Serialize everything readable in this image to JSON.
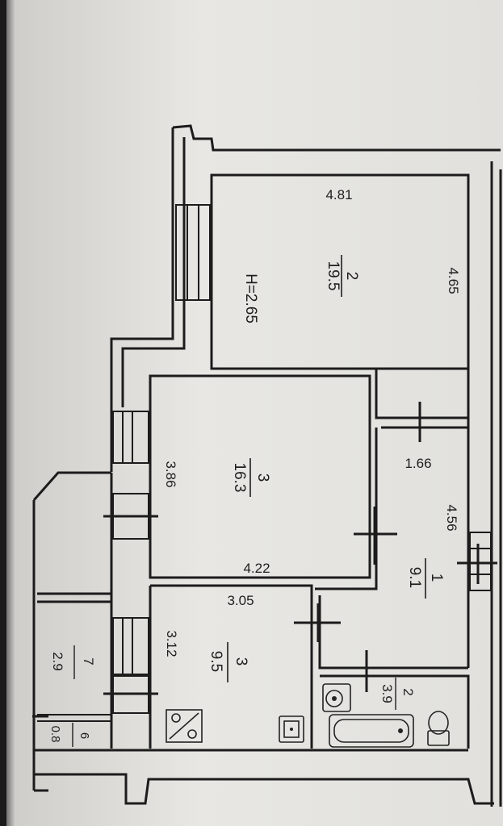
{
  "rooms": [
    {
      "id": "room-2",
      "number": "2",
      "area": "19.5",
      "width": "4.81",
      "length": "4.65",
      "height": "H=2.65"
    },
    {
      "id": "room-3-living",
      "number": "3",
      "area": "16.3",
      "length": "3.86",
      "width": "4.22"
    },
    {
      "id": "room-3-kitchen",
      "number": "3",
      "area": "9.5",
      "width": "3.05",
      "length": "3.12"
    },
    {
      "id": "room-1-hall",
      "number": "1",
      "area": "9.1",
      "width": "1.66",
      "length": "4.56"
    },
    {
      "id": "room-2-bath",
      "number": "2",
      "area": "3.9"
    },
    {
      "id": "room-7-balcony",
      "number": "7",
      "area": "2.9"
    },
    {
      "id": "room-6-storage",
      "number": "6",
      "area": "0.8"
    }
  ]
}
